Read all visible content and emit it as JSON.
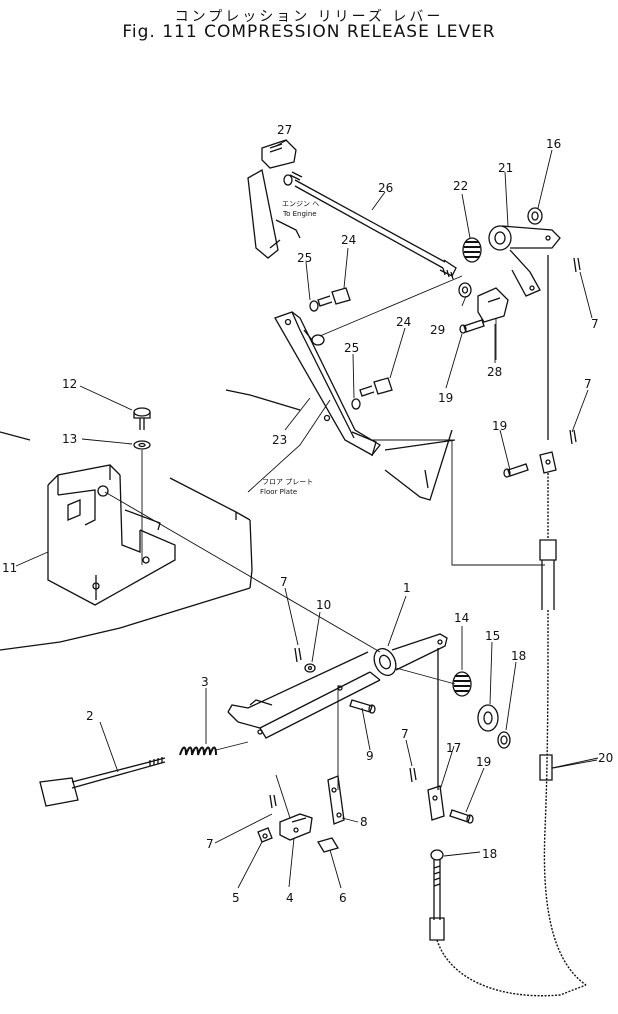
{
  "title": {
    "jp": "コンプレッション リリーズ レバー",
    "en": "Fig. 111 COMPRESSION RELEASE LEVER"
  },
  "notes": {
    "to_engine_jp": "エンジン へ",
    "to_engine_en": "To Engine",
    "floor_plate_jp": "フロア プレート",
    "floor_plate_en": "Floor Plate"
  },
  "part_numbers": {
    "p1": "1",
    "p2": "2",
    "p3": "3",
    "p4": "4",
    "p5": "5",
    "p6": "6",
    "p7a": "7",
    "p7b": "7",
    "p7c": "7",
    "p7d": "7",
    "p7e": "7",
    "p8": "8",
    "p9": "9",
    "p10": "10",
    "p11": "11",
    "p12": "12",
    "p13": "13",
    "p14": "14",
    "p15": "15",
    "p16": "16",
    "p17": "17",
    "p18a": "18",
    "p18b": "18",
    "p19a": "19",
    "p19b": "19",
    "p19c": "19",
    "p20": "20",
    "p21": "21",
    "p22": "22",
    "p23": "23",
    "p24a": "24",
    "p24b": "24",
    "p25a": "25",
    "p25b": "25",
    "p26": "26",
    "p27": "27",
    "p28": "28",
    "p29": "29"
  }
}
